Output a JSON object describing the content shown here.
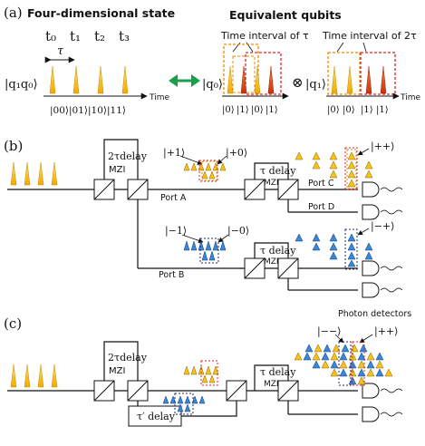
{
  "panel_a": {
    "label": "(a)",
    "title_left": "Four-dimensional state",
    "title_right": "Equivalent qubits",
    "time_labels": [
      "t₀",
      "t₁",
      "t₂",
      "t₃"
    ],
    "tau": "τ",
    "ket_q1q0": "|q₁q₀⟩",
    "ket_q0": "|q₀⟩",
    "ket_q1": "|q₁⟩",
    "basis_labels": "|00⟩|01⟩|10⟩|11⟩",
    "time": "Time",
    "interval_tau": "Time interval of τ",
    "interval_2tau": "Time interval of 2τ",
    "bits_q0": [
      "|0⟩",
      "|1⟩",
      "|0⟩",
      "|1⟩"
    ],
    "bits_q1": [
      "|0⟩",
      "|0⟩",
      "|1⟩",
      "|1⟩"
    ],
    "tensor": "⊗"
  },
  "panel_b": {
    "label": "(b)",
    "mzi_2tau_top": "2τdelay",
    "mzi_label": "MZI",
    "mzi_tau_top": "τ delay",
    "port_a": "Port A",
    "port_b": "Port B",
    "port_c": "Port C",
    "port_d": "Port D",
    "ket_plus1": "|+1⟩",
    "ket_plus0": "|+0⟩",
    "ket_minus1": "|−1⟩",
    "ket_minus0": "|−0⟩",
    "ket_pp": "|++⟩",
    "ket_mp": "|−+⟩",
    "photon_detectors": "Photon detectors"
  },
  "panel_c": {
    "label": "(c)",
    "mzi_2tau_top": "2τdelay",
    "mzi_label": "MZI",
    "mzi_tau_top": "τ delay",
    "tau_prime_delay": "τ′ delay",
    "ket_mm": "|−−⟩",
    "ket_pp": "|++⟩"
  },
  "colors": {
    "yellow": "#f4b400",
    "yellow_light": "#f7d44a",
    "orange_red": "#e24a1b",
    "blue": "#3a86d8",
    "green": "#1aa04a",
    "box_orange": "#f08a00",
    "box_red": "#e0242b",
    "box_navy": "#1b2a6b"
  }
}
